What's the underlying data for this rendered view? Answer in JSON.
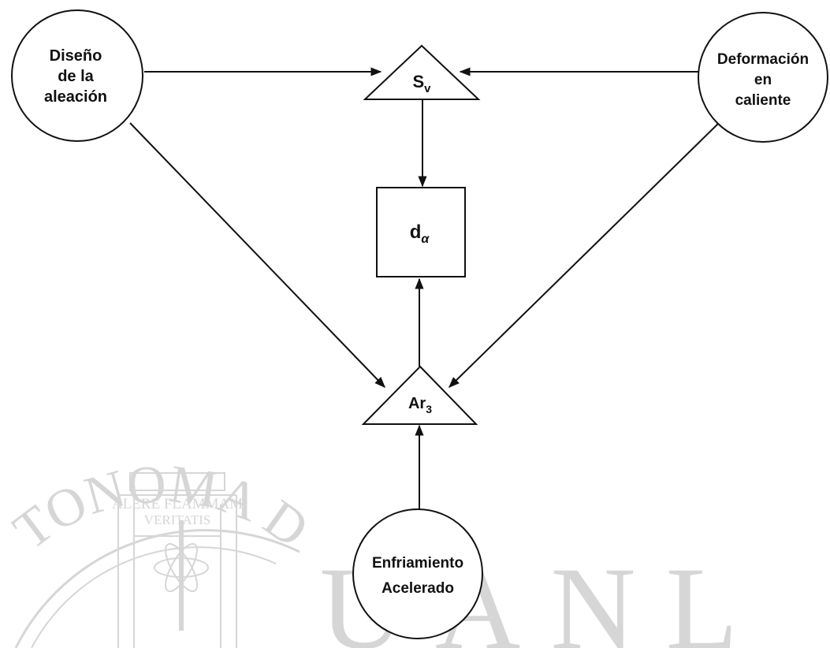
{
  "nodes": {
    "alloy_design": {
      "lines": [
        "Diseño",
        "de la",
        "aleación"
      ]
    },
    "hot_deformation": {
      "lines": [
        "Deformación",
        "en",
        "caliente"
      ]
    },
    "accelerated_cooling": {
      "lines": [
        "Enfriamiento",
        "Acelerado"
      ]
    },
    "sv": {
      "main": "S",
      "sub": "v"
    },
    "d_alpha": {
      "main": "d",
      "sub": "α"
    },
    "ar3": {
      "main": "Ar",
      "sub": "3"
    }
  },
  "watermark": {
    "arc_text": "TONOMA DE NUEVO",
    "motto_line1": "ALERE FLAMMAM",
    "motto_line2": "VERITATIS",
    "large_letters": "UANL"
  },
  "colors": {
    "ink": "#111111",
    "watermark": "#d6d6d6",
    "background": "#ffffff"
  }
}
